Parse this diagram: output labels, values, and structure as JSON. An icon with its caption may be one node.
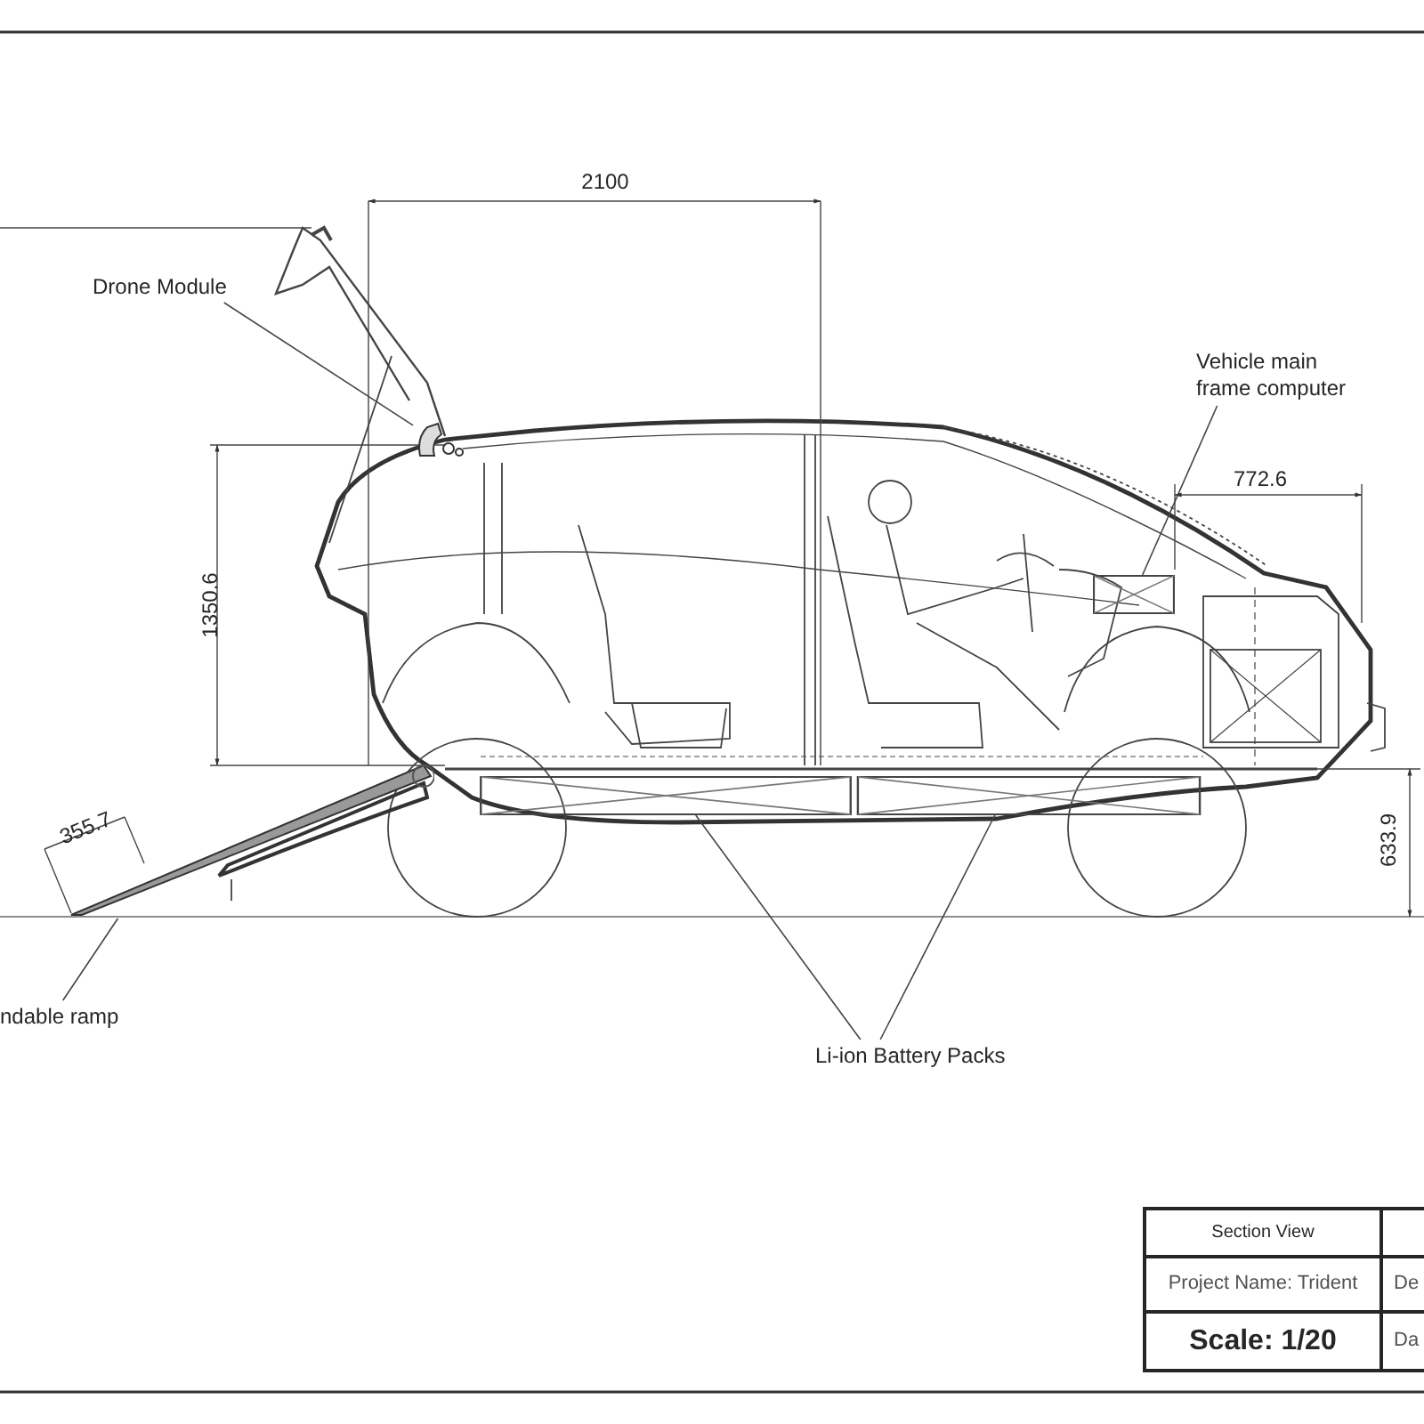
{
  "diagram": {
    "nodes": [
      {
        "text": [
          "Drone Module"
        ]
      },
      {
        "text": [],
        "shape": "picture"
      },
      {
        "text": [
          "Vehicle main frame computer"
        ]
      },
      {
        "text": [],
        "shape": "box"
      },
      {
        "text": [
          "ndable ramp"
        ]
      },
      {
        "text": [],
        "shape": "bar"
      },
      {
        "text": [
          "Li-ion Battery Packs"
        ]
      },
      {
        "text": [],
        "shape": "box"
      },
      {
        "text": [],
        "shape": "box"
      }
    ],
    "edges": [
      {
        "from": 0,
        "to": 1,
        "arrow": "none"
      },
      {
        "from": 2,
        "to": 3,
        "arrow": "none"
      },
      {
        "from": 4,
        "to": 5,
        "arrow": "none"
      },
      {
        "from": 6,
        "to": 7,
        "arrow": "none"
      },
      {
        "from": 6,
        "to": 8,
        "arrow": "none"
      }
    ],
    "labels": [
      "2100",
      "772.6",
      "1350.6",
      "355.7",
      "633.9",
      "Section View",
      "Project Name: Trident",
      "De",
      "Scale: 1/20",
      "Da"
    ]
  }
}
